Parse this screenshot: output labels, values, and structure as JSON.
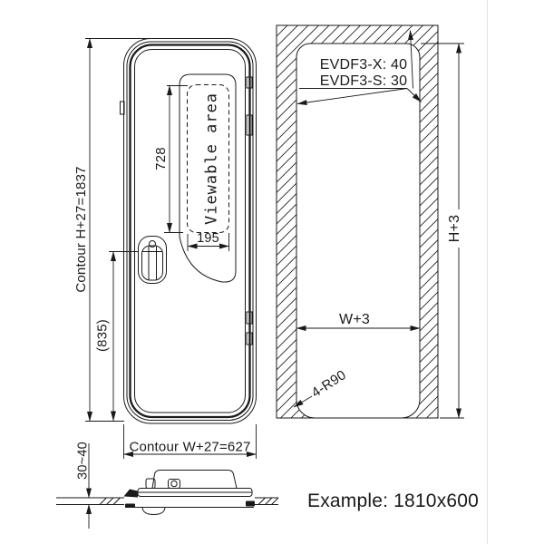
{
  "door_view": {
    "contour_height": "Contour H+27=1837",
    "contour_width": "Contour W+27=627",
    "viewable_area": "Viewable area",
    "viewable_height": "728",
    "viewable_width": "195",
    "handle_to_bottom": "(835)"
  },
  "cutout_view": {
    "flange_labels": [
      "EVDF3-X: 40",
      "EVDF3-S: 30"
    ],
    "cutout_height": "H+3",
    "cutout_width": "W+3",
    "corner_radius": "4-R90"
  },
  "section_view": {
    "wall_thickness": "30~40"
  },
  "footer": {
    "example": "Example: 1810x600"
  },
  "colors": {
    "line": "#1a1a1a",
    "background": "#ffffff",
    "scan_line": "#e2e2e2"
  }
}
